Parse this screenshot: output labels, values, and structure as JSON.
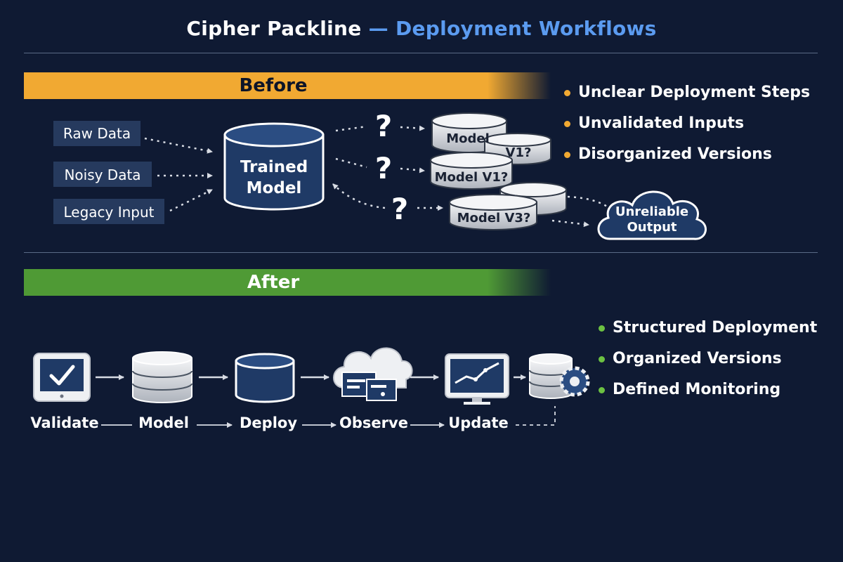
{
  "header": {
    "title_main": "Cipher Packline",
    "title_sep": " — ",
    "title_accent": "Deployment Workflows"
  },
  "before": {
    "label": "Before",
    "inputs": [
      "Raw Data",
      "Noisy Data",
      "Legacy Input"
    ],
    "center_line1": "Trained",
    "center_line2": "Model",
    "question_mark": "?",
    "version_labels": [
      "Model",
      "V1?",
      "Model V1?",
      "Model V3?"
    ],
    "output_line1": "Unreliable",
    "output_line2": "Output",
    "bullets": [
      "Unclear Deployment Steps",
      "Unvalidated Inputs",
      "Disorganized Versions"
    ]
  },
  "after": {
    "label": "After",
    "steps": [
      "Validate",
      "Model",
      "Deploy",
      "Observe",
      "Update"
    ],
    "bullets": [
      "Structured Deployment",
      "Organized Versions",
      "Defined Monitoring"
    ]
  },
  "colors": {
    "background": "#0f1a33",
    "accent_blue": "#5b9bf0",
    "before_band": "#f1a932",
    "after_band": "#4f9a35",
    "navy_fill": "#1f3a66",
    "bullet_green": "#6cc142"
  },
  "icons": [
    "check-monitor-icon",
    "database-icon",
    "deploy-cylinder-icon",
    "cloud-dashboard-icon",
    "chart-monitor-icon",
    "database-gear-icon"
  ]
}
